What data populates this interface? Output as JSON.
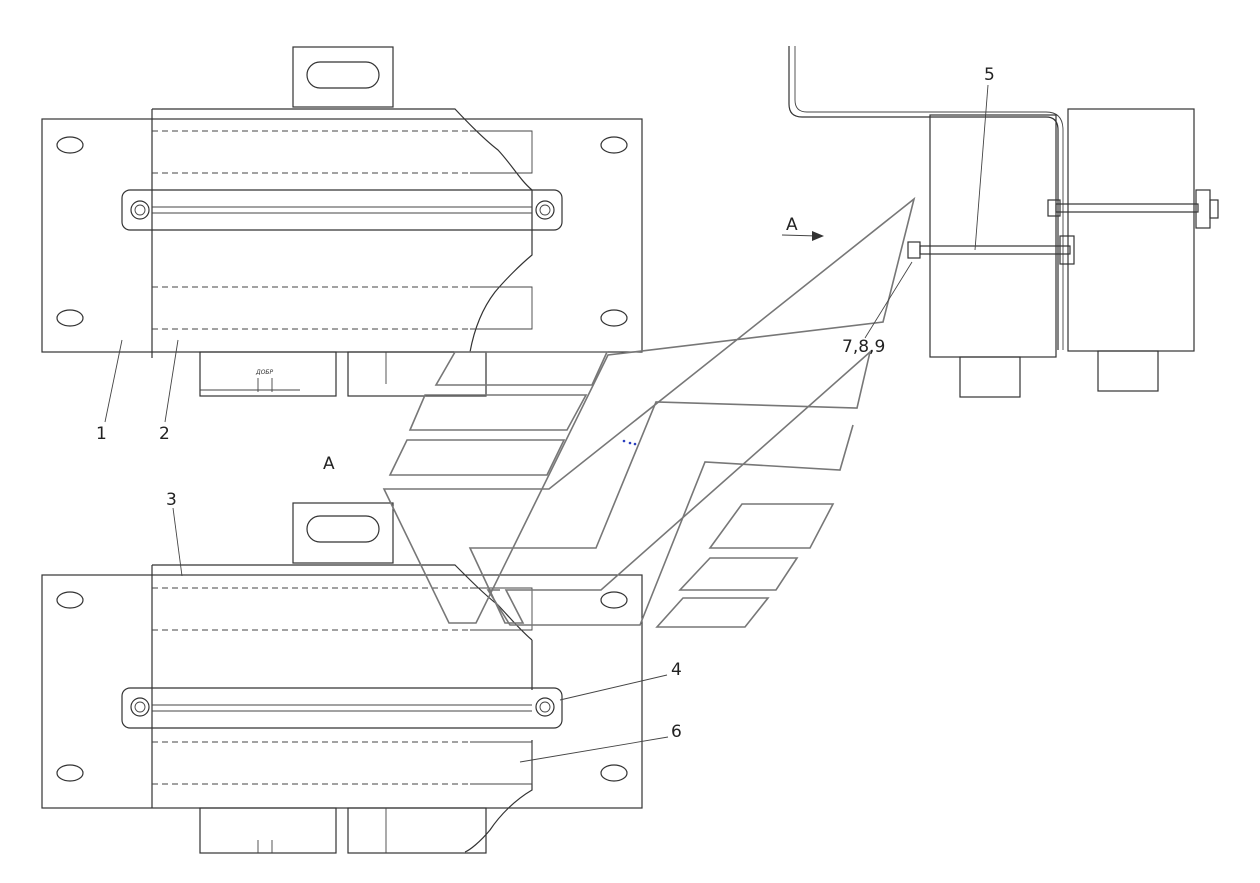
{
  "labels": {
    "part1": "1",
    "part2": "2",
    "part3": "3",
    "part4": "4",
    "part5": "5",
    "part6": "6",
    "parts789": "7,8,9",
    "view_a": "A",
    "view_a_arrow": "A"
  },
  "connector_marking": "ДОБР",
  "colors": {
    "line": "#333333",
    "watermark": "#777777",
    "background": "#ffffff"
  }
}
